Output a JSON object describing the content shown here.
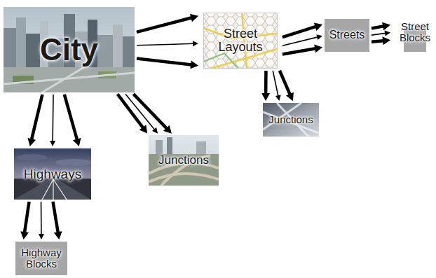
{
  "diagram": {
    "nodes": [
      {
        "text": [
          "City"
        ]
      },
      {
        "text": [
          "Street Layouts"
        ]
      },
      {
        "text": [
          "Streets"
        ]
      },
      {
        "text": [
          "Street Blocks"
        ]
      },
      {
        "text": [
          "Junctions"
        ]
      },
      {
        "text": [
          "Highways"
        ]
      },
      {
        "text": [
          "Junctions"
        ]
      },
      {
        "text": [
          "Highway Blocks"
        ]
      }
    ],
    "edges": [
      {
        "from": 0,
        "to": 1,
        "arrow": "to"
      },
      {
        "from": 0,
        "to": 1,
        "arrow": "to"
      },
      {
        "from": 0,
        "to": 1,
        "arrow": "to"
      },
      {
        "from": 1,
        "to": 2,
        "arrow": "to"
      },
      {
        "from": 1,
        "to": 2,
        "arrow": "to"
      },
      {
        "from": 1,
        "to": 2,
        "arrow": "to"
      },
      {
        "from": 2,
        "to": 3,
        "arrow": "to"
      },
      {
        "from": 2,
        "to": 3,
        "arrow": "to"
      },
      {
        "from": 2,
        "to": 3,
        "arrow": "to"
      },
      {
        "from": 1,
        "to": 4,
        "arrow": "to"
      },
      {
        "from": 1,
        "to": 4,
        "arrow": "to"
      },
      {
        "from": 1,
        "to": 4,
        "arrow": "to"
      },
      {
        "from": 0,
        "to": 6,
        "arrow": "to"
      },
      {
        "from": 0,
        "to": 6,
        "arrow": "to"
      },
      {
        "from": 0,
        "to": 6,
        "arrow": "to"
      },
      {
        "from": 0,
        "to": 5,
        "arrow": "to"
      },
      {
        "from": 0,
        "to": 5,
        "arrow": "to"
      },
      {
        "from": 0,
        "to": 5,
        "arrow": "to"
      },
      {
        "from": 5,
        "to": 7,
        "arrow": "to"
      },
      {
        "from": 5,
        "to": 7,
        "arrow": "to"
      },
      {
        "from": 5,
        "to": 7,
        "arrow": "to"
      }
    ]
  }
}
